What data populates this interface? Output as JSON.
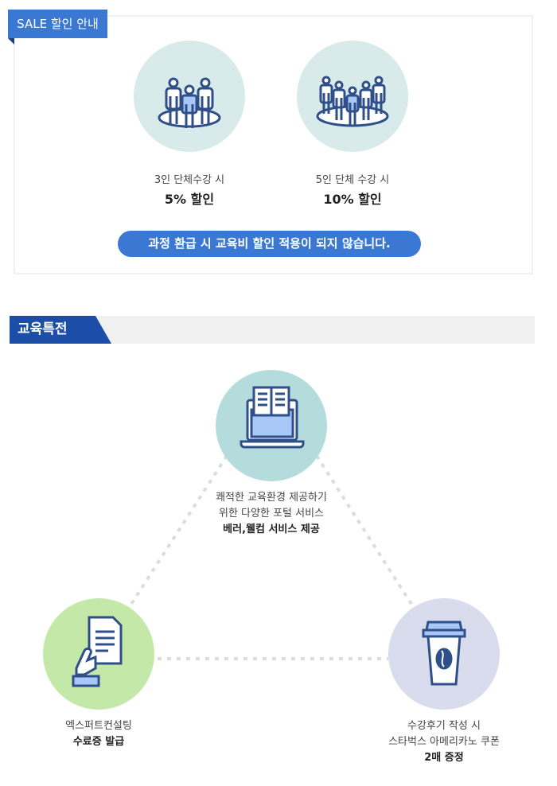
{
  "sale": {
    "tab_label": "SALE 할인 안내",
    "items": [
      {
        "caption": "3인 단체수강 시",
        "discount": "5% 할인"
      },
      {
        "caption": "5인 단체 수강 시",
        "discount": "10% 할인"
      }
    ],
    "notice": "과정 환급 시 교육비 할인 적용이 되지 않습니다."
  },
  "benefits": {
    "title": "교육특전",
    "items": [
      {
        "lines": [
          "쾌적한 교육환경 제공하기",
          "위한 다양한 포털 서비스"
        ],
        "bold": "베러,웰컴 서비스 제공"
      },
      {
        "lines": [
          "엑스퍼트컨설팅"
        ],
        "bold": "수료증 발급"
      },
      {
        "lines": [
          "수강후기 작성 시",
          "스타벅스 아메리카노 쿠폰"
        ],
        "bold": "2매 증정"
      }
    ]
  },
  "colors": {
    "accent": "#3a78d4",
    "dark_accent": "#1c4ea8",
    "icon": "#2f4f8a"
  }
}
